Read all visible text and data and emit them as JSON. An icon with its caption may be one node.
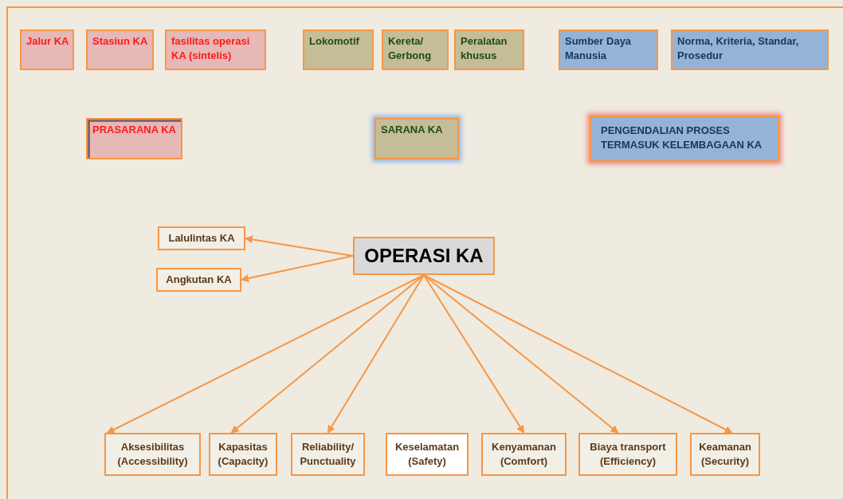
{
  "diagram": {
    "nodes": [
      {
        "text": [
          "Jalur KA"
        ]
      },
      {
        "text": [
          "Stasiun KA"
        ]
      },
      {
        "text": [
          "fasilitas operasi KA (sintelis)"
        ]
      },
      {
        "text": [
          "Lokomotif"
        ]
      },
      {
        "text": [
          "Kereta/ Gerbong"
        ]
      },
      {
        "text": [
          "Peralatan khusus"
        ]
      },
      {
        "text": [
          "Sumber Daya Manusia"
        ]
      },
      {
        "text": [
          "Norma, Kriteria, Standar, Prosedur"
        ]
      },
      {
        "text": [
          "PRASARANA KA"
        ]
      },
      {
        "text": [
          "SARANA KA"
        ]
      },
      {
        "text": [
          "PENGENDALIAN PROSES TERMASUK KELEMBAGAAN KA"
        ]
      },
      {
        "text": [
          "Lalulintas KA"
        ]
      },
      {
        "text": [
          "Angkutan KA"
        ]
      },
      {
        "text": [
          "OPERASI KA"
        ]
      },
      {
        "text": [
          "Aksesibilitas (Accessibility)"
        ]
      },
      {
        "text": [
          "Kapasitas (Capacity)"
        ]
      },
      {
        "text": [
          "Reliability/ Punctuality"
        ]
      },
      {
        "text": [
          "Keselamatan (Safety)"
        ]
      },
      {
        "text": [
          "Kenyamanan (Comfort)"
        ]
      },
      {
        "text": [
          "Biaya transport (Efficiency)"
        ]
      },
      {
        "text": [
          "Keamanan (Security)"
        ]
      }
    ],
    "edges": [
      {
        "from": 13,
        "to": 11,
        "arrow": "to"
      },
      {
        "from": 13,
        "to": 12,
        "arrow": "to"
      },
      {
        "from": 13,
        "to": 14,
        "arrow": "to"
      },
      {
        "from": 13,
        "to": 15,
        "arrow": "to"
      },
      {
        "from": 13,
        "to": 16,
        "arrow": "to"
      },
      {
        "from": 13,
        "to": 18,
        "arrow": "to"
      },
      {
        "from": 13,
        "to": 19,
        "arrow": "to"
      },
      {
        "from": 13,
        "to": 20,
        "arrow": "to"
      }
    ]
  }
}
